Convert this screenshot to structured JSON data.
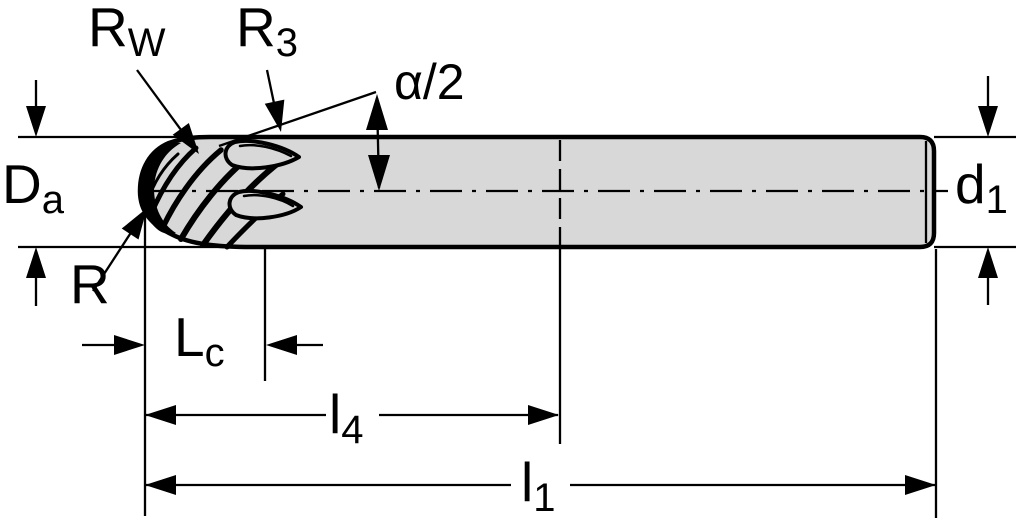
{
  "labels": {
    "rw": {
      "base": "R",
      "sub": "W"
    },
    "r3": {
      "base": "R",
      "sub": "3"
    },
    "alpha": {
      "base": "α/2",
      "sub": ""
    },
    "da": {
      "base": "D",
      "sub": "a"
    },
    "d1": {
      "base": "d",
      "sub": "1"
    },
    "r": {
      "base": "R",
      "sub": ""
    },
    "lc": {
      "base": "L",
      "sub": "c"
    },
    "l4": {
      "base": "l",
      "sub": "4"
    },
    "l1": {
      "base": "l",
      "sub": "1"
    }
  },
  "colors": {
    "line": "#000000",
    "tool_fill": "#d8d8d8",
    "background": "#ffffff"
  }
}
